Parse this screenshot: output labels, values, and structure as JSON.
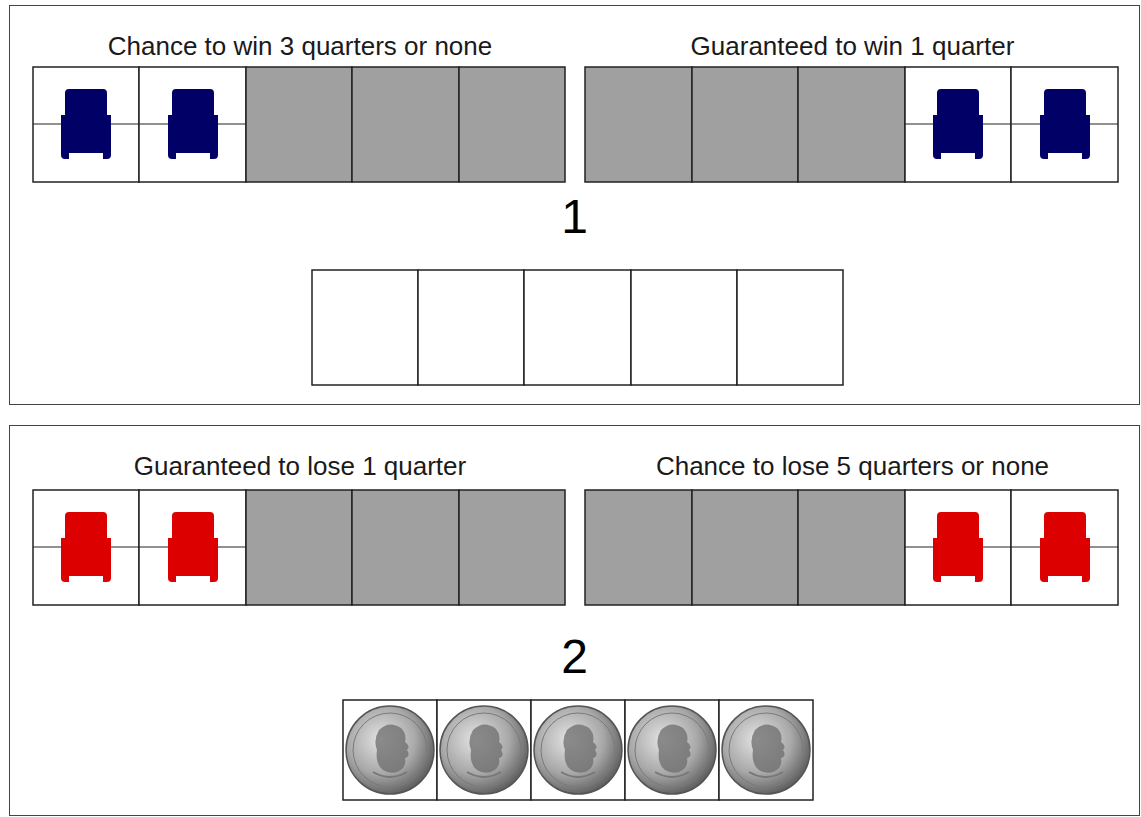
{
  "diagram": {
    "nodes": [
      {
        "text": [
          "1"
        ]
      },
      {
        "text": [
          "Chance to win 3 quarters or none"
        ],
        "in": 0
      },
      {
        "text": [
          "Guaranteed to win 1 quarter"
        ],
        "in": 0
      },
      {
        "text": [
          "2"
        ]
      },
      {
        "text": [
          "Guaranteed to lose 1 quarter"
        ],
        "in": 3
      },
      {
        "text": [
          "Chance to lose 5 quarters or none"
        ],
        "in": 3
      }
    ]
  }
}
